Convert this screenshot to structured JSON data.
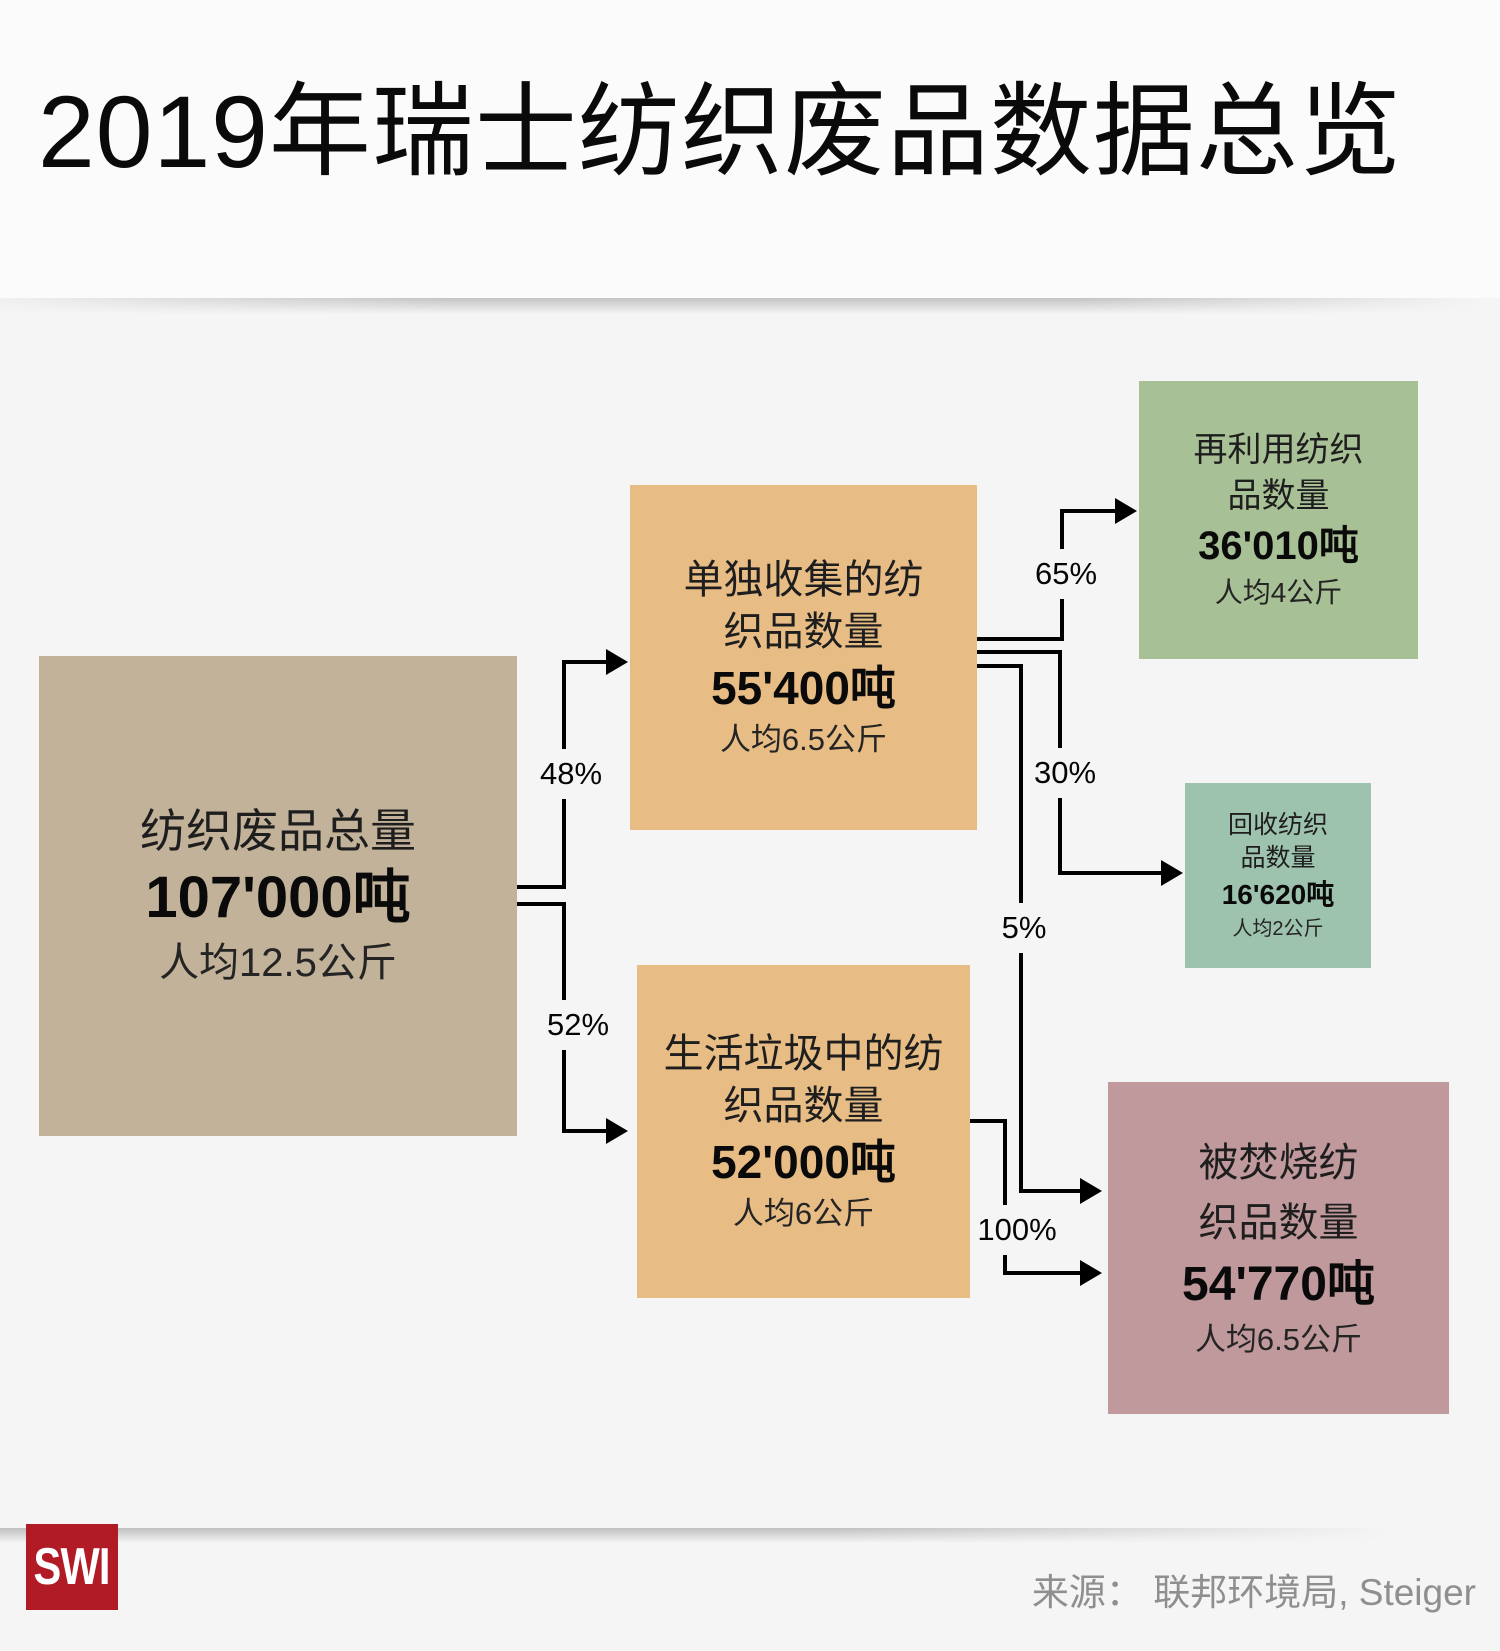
{
  "page": {
    "title": "2019年瑞士纺织废品数据总览",
    "background": "#f5f5f5",
    "header_background": "#fbfbfb"
  },
  "chart_data": {
    "type": "sankey",
    "title": "2019年瑞士纺织废品数据总览",
    "unit": "吨",
    "nodes": [
      {
        "id": "total",
        "label": "纺织废品总量",
        "amount_tonnes": 107000,
        "amount_label": "107'000吨",
        "per_capita_kg": 12.5,
        "per_capita_label": "人均12.5公斤",
        "color": "#c2b299"
      },
      {
        "id": "collected",
        "label": "单独收集的纺织品数量",
        "amount_tonnes": 55400,
        "amount_label": "55'400吨",
        "per_capita_kg": 6.5,
        "per_capita_label": "人均6.5公斤",
        "color": "#e7bd85"
      },
      {
        "id": "household",
        "label": "生活垃圾中的纺织品数量",
        "amount_tonnes": 52000,
        "amount_label": "52'000吨",
        "per_capita_kg": 6,
        "per_capita_label": "人均6公斤",
        "color": "#e7bd85"
      },
      {
        "id": "reused",
        "label": "再利用纺织品数量",
        "amount_tonnes": 36010,
        "amount_label": "36'010吨",
        "per_capita_kg": 4,
        "per_capita_label": "人均4公斤",
        "color": "#a8c095"
      },
      {
        "id": "recycled",
        "label": "回收纺织品数量",
        "amount_tonnes": 16620,
        "amount_label": "16'620吨",
        "per_capita_kg": 2,
        "per_capita_label": "人均2公斤",
        "color": "#9dc2ad"
      },
      {
        "id": "incinerated",
        "label": "被焚烧纺织品数量",
        "amount_tonnes": 54770,
        "amount_label": "54'770吨",
        "per_capita_kg": 6.5,
        "per_capita_label": "人均6.5公斤",
        "color": "#c0999c"
      }
    ],
    "links": [
      {
        "from": "total",
        "to": "collected",
        "pct": "48%"
      },
      {
        "from": "total",
        "to": "household",
        "pct": "52%"
      },
      {
        "from": "collected",
        "to": "reused",
        "pct": "65%"
      },
      {
        "from": "collected",
        "to": "recycled",
        "pct": "30%"
      },
      {
        "from": "collected",
        "to": "incinerated",
        "pct": "5%"
      },
      {
        "from": "household",
        "to": "incinerated",
        "pct": "100%"
      }
    ],
    "legend_position": "none",
    "grid": false
  },
  "boxes": {
    "total": {
      "label_lines": [
        "纺织废品总量"
      ],
      "amount": "107'000吨",
      "per_capita": "人均12.5公斤"
    },
    "collected": {
      "label_lines": [
        "单独收集的纺",
        "织品数量"
      ],
      "amount": "55'400吨",
      "per_capita": "人均6.5公斤"
    },
    "household": {
      "label_lines": [
        "生活垃圾中的纺",
        "织品数量"
      ],
      "amount": "52'000吨",
      "per_capita": "人均6公斤"
    },
    "reused": {
      "label_lines": [
        "再利用纺织",
        "品数量"
      ],
      "amount": "36'010吨",
      "per_capita": "人均4公斤"
    },
    "recycled": {
      "label_lines": [
        "回收纺织",
        "品数量"
      ],
      "amount": "16'620吨",
      "per_capita": "人均2公斤"
    },
    "incinerated": {
      "label_lines": [
        "被焚烧纺",
        "织品数量"
      ],
      "amount": "54'770吨",
      "per_capita": "人均6.5公斤"
    }
  },
  "footer": {
    "logo_text": "SWI",
    "logo_color": "#b01b26",
    "source": "来源： 联邦环境局, Steiger"
  }
}
